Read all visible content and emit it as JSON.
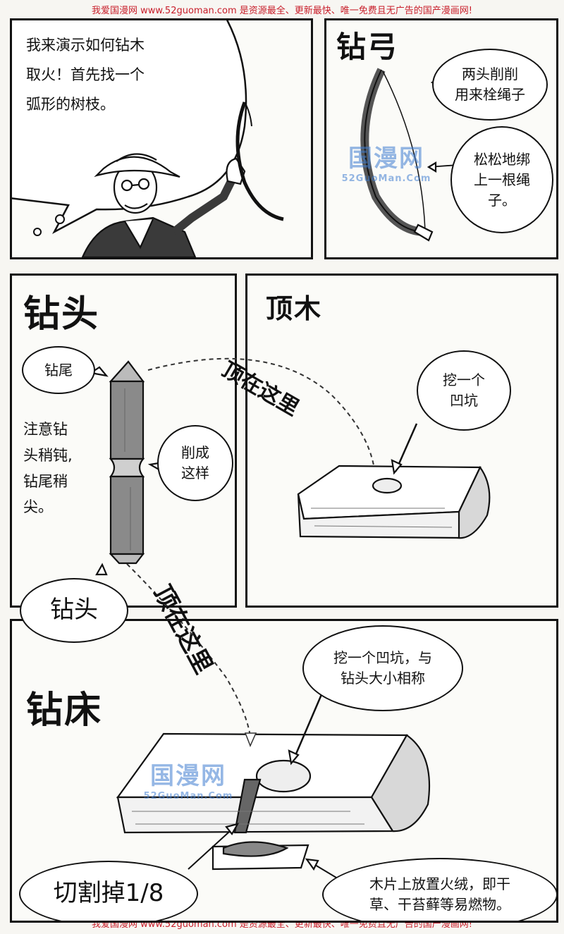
{
  "banner": {
    "top": "我爱国漫网 www.52guoman.com 是资源最全、更新最快、唯一免费且无广告的国产漫画网!",
    "bottom": "我爱国漫网 www.52guoman.com 是资源最全、更新最快、唯一免费且无广告的国产漫画网!"
  },
  "panel1": {
    "speech": [
      "我来演示如何钻木",
      "取火！首先找一个",
      "弧形的树枝。"
    ]
  },
  "panel2": {
    "title": "钻弓",
    "bubble_top": [
      "两头削削",
      "用来栓绳子"
    ],
    "bubble_bottom": [
      "松松地绑",
      "上一根绳",
      "子。"
    ]
  },
  "panel3": {
    "title": "钻头",
    "bubble_tail": "钻尾",
    "note": [
      "注意钻",
      "头稍钝,",
      "钻尾稍",
      "尖。"
    ],
    "bubble_shape": [
      "削成",
      "这样"
    ],
    "bubble_bit": "钻头"
  },
  "panel4": {
    "title": "顶木",
    "bubble_pit": [
      "挖一个",
      "凹坑"
    ]
  },
  "arrow_labels": {
    "upper": "顶在这里",
    "lower": "顶在这里"
  },
  "panel5": {
    "title": "钻床",
    "bubble_pit": [
      "挖一个凹坑，与",
      "钻头大小相称"
    ],
    "bubble_cut": "切割掉1/8",
    "bubble_tinder": [
      "木片上放置火绒，即干",
      "草、干苔藓等易燃物。"
    ]
  },
  "watermark": {
    "brand": "国漫网",
    "url": "52GuoMan.Com"
  }
}
